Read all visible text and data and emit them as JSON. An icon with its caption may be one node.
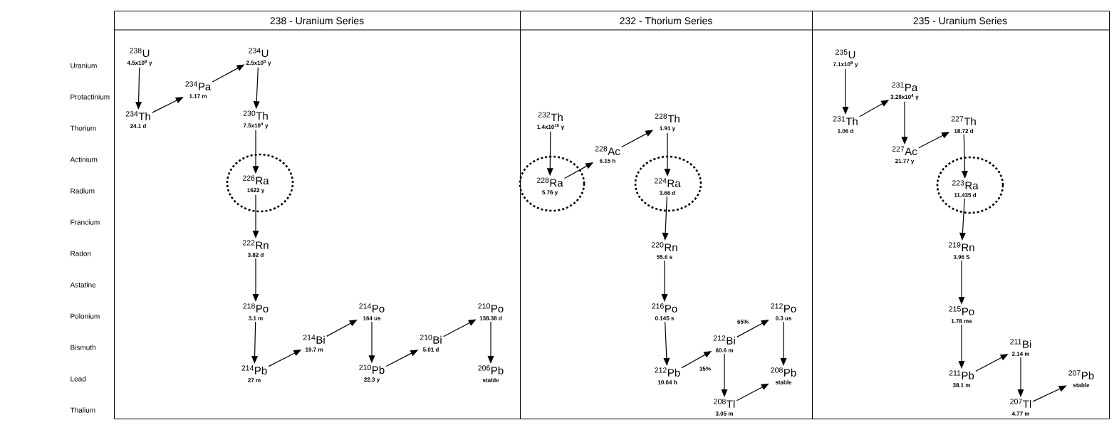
{
  "diagram": {
    "nodes": [
      {
        "text": [
          "238 - Uranium  Series"
        ]
      },
      {
        "text": [
          "$^{238}$U",
          "4.5x10$^{9}$ y"
        ],
        "in": 0
      },
      {
        "text": [
          "$^{234}$U",
          "2.5x10$^{5}$ y"
        ],
        "in": 0
      },
      {
        "text": [
          "$^{234}$Pa",
          "1.17 m"
        ],
        "in": 0
      },
      {
        "text": [
          "$^{234}$Th",
          "24.1 d"
        ],
        "in": 0
      },
      {
        "text": [
          "$^{230}$Th",
          "7.5x10$^{4}$ y"
        ],
        "in": 0
      },
      {
        "text": [],
        "shape": "circle",
        "in": 0
      },
      {
        "text": [
          "$^{226}$Ra",
          "1622 y"
        ],
        "in": 6
      },
      {
        "text": [
          "$^{222}$Rn",
          "3.82 d"
        ],
        "in": 0
      },
      {
        "text": [
          "$^{218}$Po",
          "3.1 m"
        ],
        "in": 0
      },
      {
        "text": [
          "$^{214}$Po",
          "164 us"
        ],
        "in": 0
      },
      {
        "text": [
          "$^{210}$Po",
          "138.38 d"
        ],
        "in": 0
      },
      {
        "text": [
          "$^{214}$Bi",
          "19.7 m"
        ],
        "in": 0
      },
      {
        "text": [
          "$^{210}$Bi",
          "5.01 d"
        ],
        "in": 0
      },
      {
        "text": [
          "$^{214}$Pb",
          "27 m"
        ],
        "in": 0
      },
      {
        "text": [
          "$^{210}$Pb",
          "22.3 y"
        ],
        "in": 0
      },
      {
        "text": [
          "$^{206}$Pb",
          "stable"
        ],
        "in": 0
      },
      {
        "text": [
          "232 - Thorium Series"
        ]
      },
      {
        "text": [
          "$^{228}$Th",
          "1.91 y"
        ],
        "in": 17
      },
      {
        "text": [
          "$^{232}$Th",
          "1.4x10$^{10}$ y"
        ],
        "in": 17
      },
      {
        "text": [
          "$^{228}$Ac",
          "6.15 h"
        ],
        "in": 17
      },
      {
        "text": [],
        "shape": "circle",
        "in": 17
      },
      {
        "text": [
          "$^{228}$Ra",
          "5.76 y"
        ],
        "in": 21
      },
      {
        "text": [],
        "shape": "circle",
        "in": 17
      },
      {
        "text": [
          "$^{224}$Ra",
          "3.66 d"
        ],
        "in": 23
      },
      {
        "text": [
          "$^{220}$Rn",
          "55.6 s"
        ],
        "in": 17
      },
      {
        "text": [
          "$^{216}$Po",
          "0.145 s"
        ],
        "in": 17
      },
      {
        "text": [
          "$^{212}$Po",
          "0.3 us"
        ],
        "in": 17
      },
      {
        "text": [
          "$^{212}$Bi",
          "60.6 m"
        ],
        "in": 17
      },
      {
        "text": [
          "$^{212}$Pb",
          "10.64 h"
        ],
        "in": 17
      },
      {
        "text": [
          "$^{208}$Pb",
          "stable"
        ],
        "in": 17
      },
      {
        "text": [
          "$^{208}$Tl",
          "3.05 m"
        ],
        "in": 17
      },
      {
        "text": [
          "235 - Uranium Series"
        ]
      },
      {
        "text": [
          "$^{235}$U",
          "7.1x10$^{8}$ y"
        ],
        "in": 32
      },
      {
        "text": [
          "$^{231}$Pa",
          "3.28x10$^{4}$ y"
        ],
        "in": 32
      },
      {
        "text": [
          "$^{231}$Th",
          "1.06 d"
        ],
        "in": 32
      },
      {
        "text": [
          "$^{227}$Th",
          "18.72 d"
        ],
        "in": 32
      },
      {
        "text": [
          "$^{227}$Ac",
          "21.77 y"
        ],
        "in": 32
      },
      {
        "text": [],
        "shape": "circle",
        "in": 32
      },
      {
        "text": [
          "$^{223}$Ra",
          "11.435 d"
        ],
        "in": 38
      },
      {
        "text": [
          "$^{219}$Rn",
          "3.96 S"
        ],
        "in": 32
      },
      {
        "text": [
          "$^{215}$Po",
          "1.78 ms"
        ],
        "in": 32
      },
      {
        "text": [
          "$^{211}$Bi",
          "2.14 m"
        ],
        "in": 32
      },
      {
        "text": [
          "$^{211}$Pb",
          "38.1 m"
        ],
        "in": 32
      },
      {
        "text": [
          "$^{207}$Pb",
          "stable"
        ],
        "in": 32
      },
      {
        "text": [
          "$^{207}$Tl",
          "4.77 m"
        ],
        "in": 32
      }
    ],
    "edges": [
      {
        "from": 1,
        "to": 4,
        "arrow": "to"
      },
      {
        "from": 4,
        "to": 3,
        "arrow": "to"
      },
      {
        "from": 3,
        "to": 2,
        "arrow": "to"
      },
      {
        "from": 2,
        "to": 5,
        "arrow": "to"
      },
      {
        "from": 5,
        "to": 7,
        "arrow": "to"
      },
      {
        "from": 7,
        "to": 8,
        "arrow": "to"
      },
      {
        "from": 8,
        "to": 9,
        "arrow": "to"
      },
      {
        "from": 9,
        "to": 14,
        "arrow": "to"
      },
      {
        "from": 14,
        "to": 12,
        "arrow": "to"
      },
      {
        "from": 12,
        "to": 10,
        "arrow": "to"
      },
      {
        "from": 10,
        "to": 15,
        "arrow": "to"
      },
      {
        "from": 15,
        "to": 13,
        "arrow": "to"
      },
      {
        "from": 13,
        "to": 11,
        "arrow": "to"
      },
      {
        "from": 11,
        "to": 16,
        "arrow": "to"
      },
      {
        "from": 19,
        "to": 22,
        "arrow": "to"
      },
      {
        "from": 22,
        "to": 20,
        "arrow": "to"
      },
      {
        "from": 20,
        "to": 18,
        "arrow": "to"
      },
      {
        "from": 18,
        "to": 24,
        "arrow": "to"
      },
      {
        "from": 24,
        "to": 25,
        "arrow": "to"
      },
      {
        "from": 25,
        "to": 26,
        "arrow": "to"
      },
      {
        "from": 26,
        "to": 29,
        "arrow": "to"
      },
      {
        "from": 29,
        "to": 28,
        "arrow": "to"
      },
      {
        "from": 28,
        "to": 27,
        "arrow": "to",
        "label": "65%"
      },
      {
        "from": 28,
        "to": 31,
        "arrow": "to",
        "label": "35%"
      },
      {
        "from": 27,
        "to": 30,
        "arrow": "to"
      },
      {
        "from": 31,
        "to": 30,
        "arrow": "to"
      },
      {
        "from": 33,
        "to": 35,
        "arrow": "to"
      },
      {
        "from": 35,
        "to": 34,
        "arrow": "to"
      },
      {
        "from": 34,
        "to": 37,
        "arrow": "to"
      },
      {
        "from": 37,
        "to": 36,
        "arrow": "to"
      },
      {
        "from": 36,
        "to": 39,
        "arrow": "to"
      },
      {
        "from": 39,
        "to": 40,
        "arrow": "to"
      },
      {
        "from": 40,
        "to": 41,
        "arrow": "to"
      },
      {
        "from": 41,
        "to": 43,
        "arrow": "to"
      },
      {
        "from": 43,
        "to": 42,
        "arrow": "to"
      },
      {
        "from": 42,
        "to": 45,
        "arrow": "to"
      },
      {
        "from": 45,
        "to": 44,
        "arrow": "to"
      }
    ],
    "labels": [
      "Uranium",
      "Protactinium",
      "Thorium",
      "Actinium",
      "Radium",
      "Francium",
      "Radon",
      "Astatine",
      "Polonium",
      "Bismuth",
      "Lead",
      "Thalium"
    ]
  }
}
